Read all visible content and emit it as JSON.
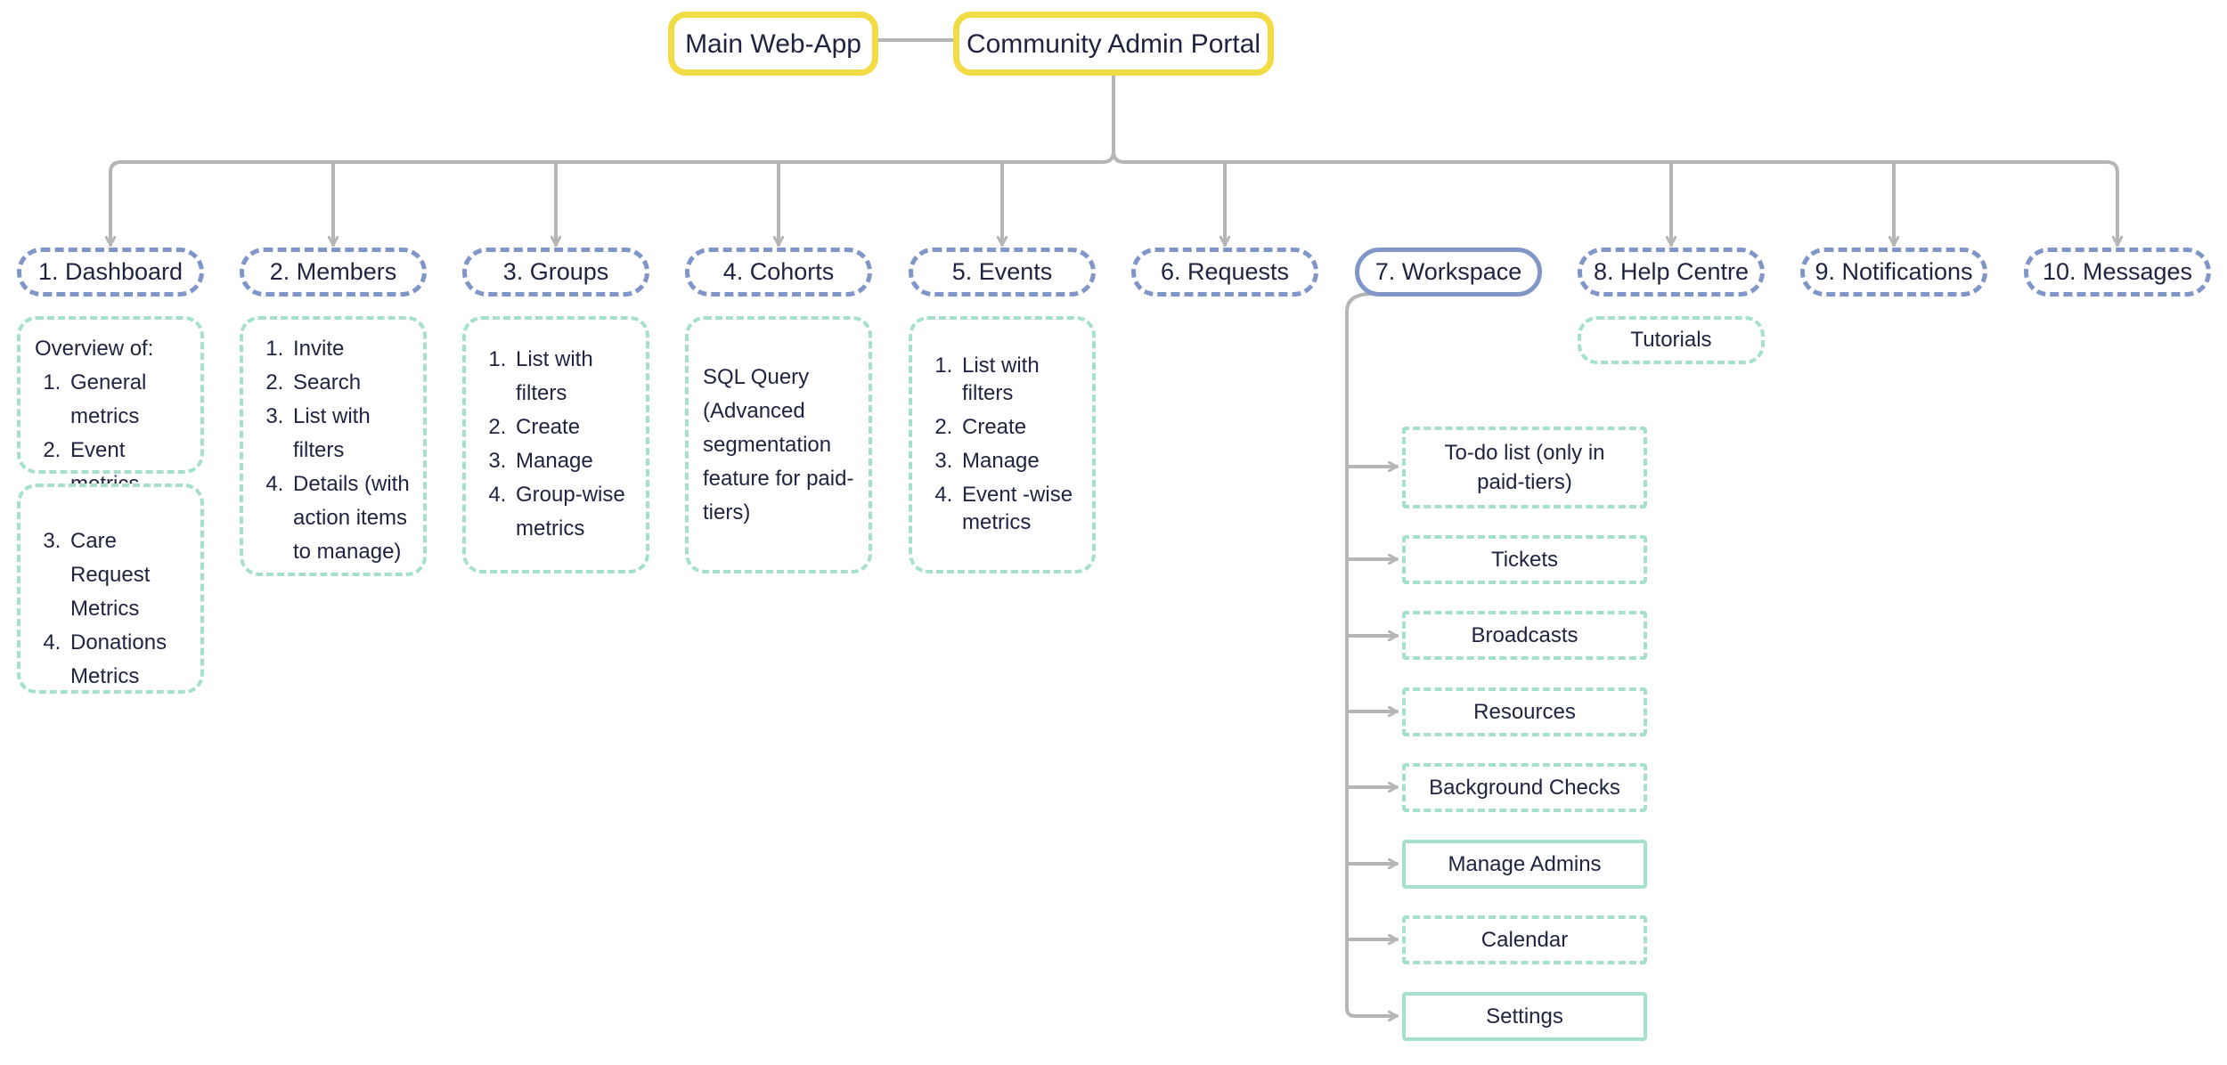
{
  "roots": {
    "main_web_app": "Main Web-App",
    "community_admin_portal": "Community Admin Portal"
  },
  "sections": [
    {
      "label": "1. Dashboard"
    },
    {
      "label": "2. Members"
    },
    {
      "label": "3. Groups"
    },
    {
      "label": "4. Cohorts"
    },
    {
      "label": "5. Events"
    },
    {
      "label": "6. Requests"
    },
    {
      "label": "7. Workspace"
    },
    {
      "label": "8. Help Centre"
    },
    {
      "label": "9. Notifications"
    },
    {
      "label": "10. Messages"
    }
  ],
  "dashboard": {
    "overview_heading": "Overview of:",
    "box1": [
      "General metrics",
      "Event metrics"
    ],
    "box2": [
      "Care Request Metrics",
      "Donations Metrics"
    ]
  },
  "members": [
    "Invite",
    "Search",
    "List with filters",
    "Details (with action items to manage)"
  ],
  "groups": [
    "List with filters",
    "Create",
    "Manage",
    "Group-wise metrics"
  ],
  "cohorts": "SQL Query (Advanced segmentation feature for paid-tiers)",
  "events": [
    "List with filters",
    "Create",
    "Manage",
    "Event -wise metrics"
  ],
  "help_centre": [
    "Tutorials"
  ],
  "workspace": [
    {
      "label": "To-do list (only in paid-tiers)",
      "border": "dashed"
    },
    {
      "label": "Tickets",
      "border": "dashed"
    },
    {
      "label": "Broadcasts",
      "border": "dashed"
    },
    {
      "label": "Resources",
      "border": "dashed"
    },
    {
      "label": "Background Checks",
      "border": "dashed"
    },
    {
      "label": "Manage Admins",
      "border": "solid"
    },
    {
      "label": "Calendar",
      "border": "dashed"
    },
    {
      "label": "Settings",
      "border": "solid"
    }
  ],
  "colors": {
    "root_border": "#f2dc45",
    "section_border": "#8096c8",
    "detail_border": "#a4e0cb",
    "connector": "#b5b5b5",
    "text": "#1f2340"
  }
}
